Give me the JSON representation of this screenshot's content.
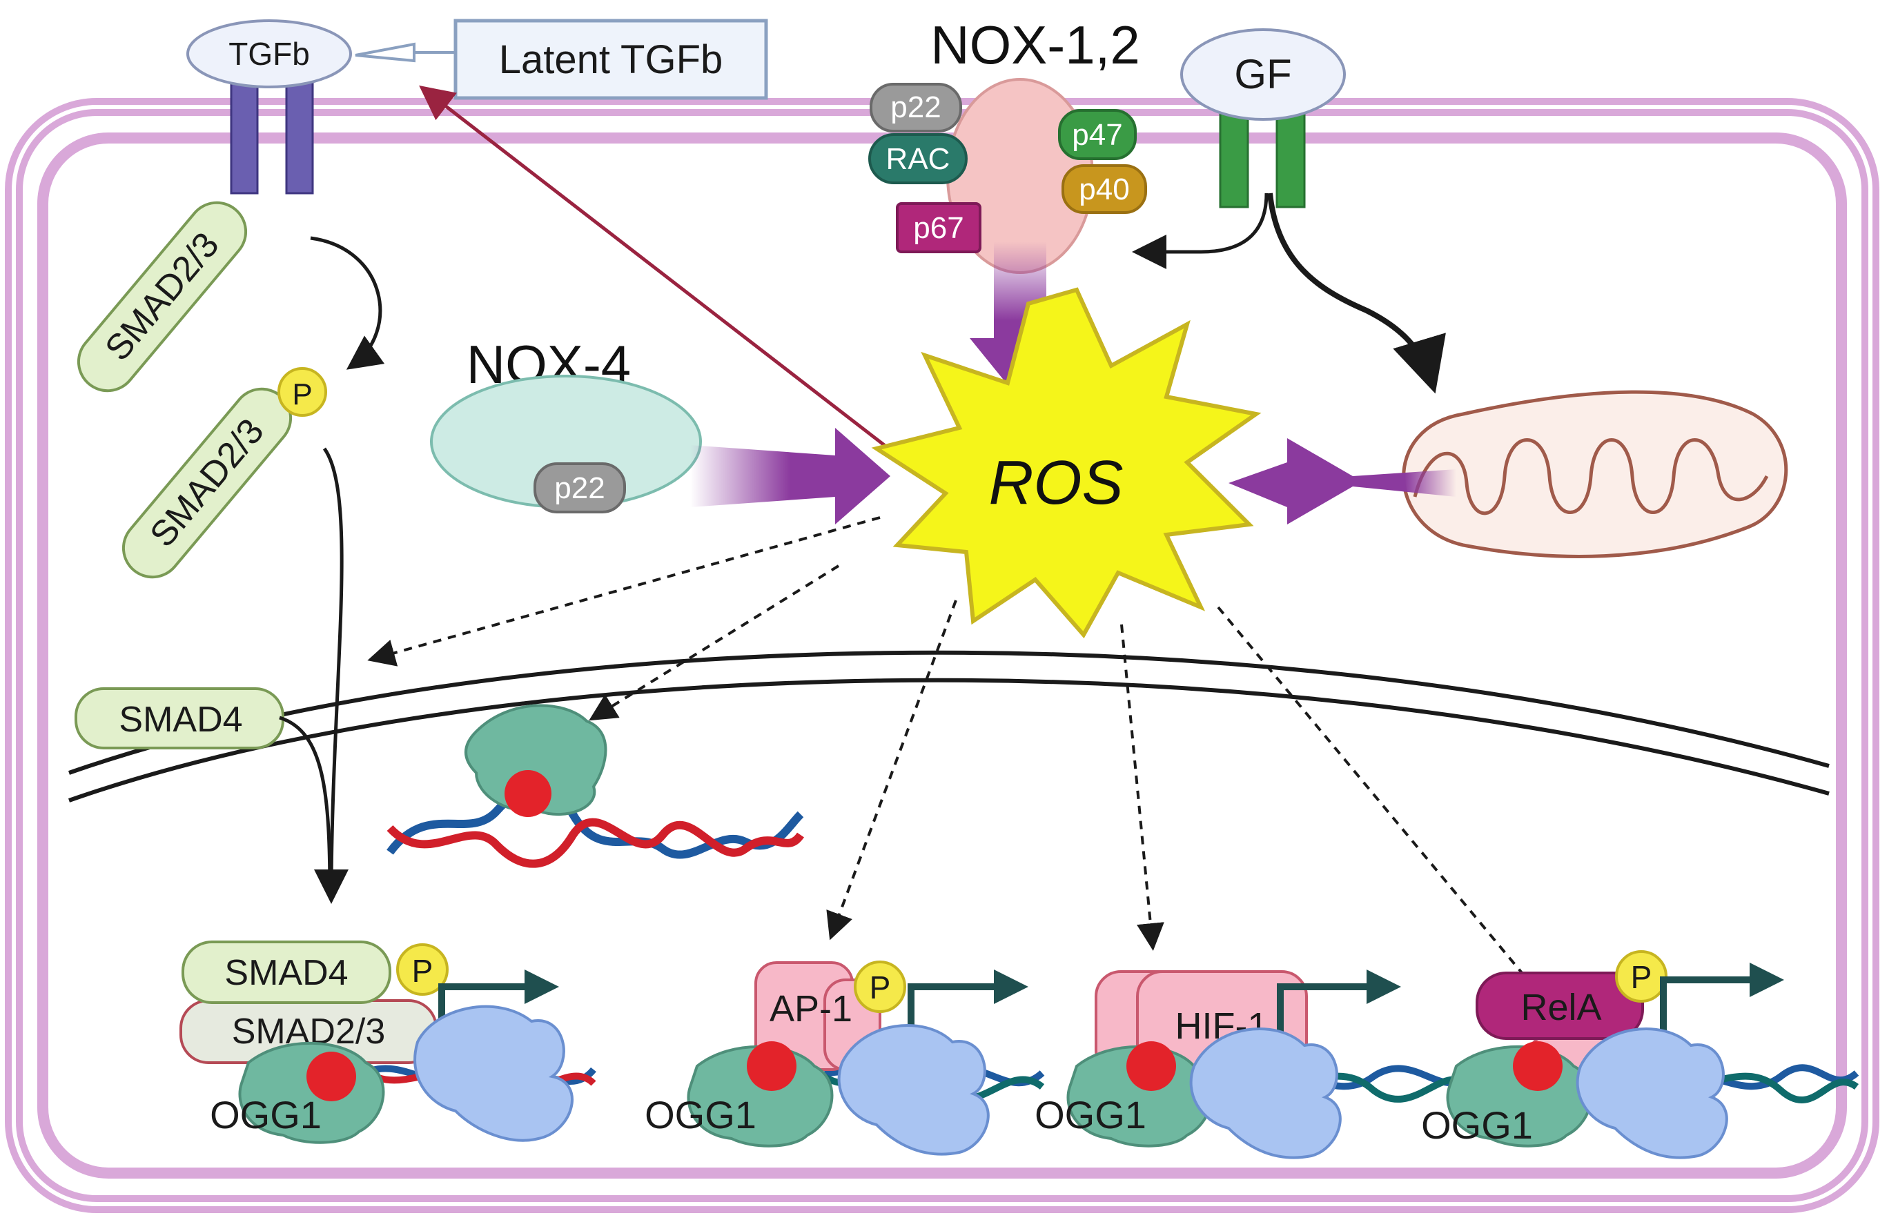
{
  "labels": {
    "tgfb": "TGFb",
    "latent_tgfb": "Latent TGFb",
    "nox12": "NOX-1,2",
    "gf": "GF",
    "p22": "p22",
    "rac": "RAC",
    "p47": "p47",
    "p40": "p40",
    "p67": "p67",
    "nox4": "NOX-4",
    "ros": "ROS",
    "smad23": "SMAD2/3",
    "smad4": "SMAD4",
    "phospho": "P",
    "ap1": "AP-1",
    "hif1": "HIF-1",
    "rela": "RelA",
    "ogg1": "OGG1"
  },
  "colors": {
    "cell_membrane": "#d9a8d9",
    "nuclear_membrane": "#1a1a1a",
    "purple_arrow": "#8b3a9e",
    "tgf_receptor": "#6a5fb0",
    "gf_receptor": "#3a9b45",
    "ros_star": "#f5f51a",
    "smad_fill": "#e2f0cc",
    "smad_stroke": "#7a9a55",
    "phospho": "#f5e94a",
    "nox4_fill": "#cdebe4",
    "nox12_fill": "#f5c4c4",
    "mito_fill": "#fbeee9",
    "mito_stroke": "#a05a4a",
    "ogg1": "#6fb8a0",
    "polymerase": "#a9c4f2",
    "dna_red": "#d11f2a",
    "dna_blue": "#1e5aa0",
    "tf_pink": "#f7b8c8",
    "rela": "#b0277a",
    "dark_arrow": "#1f4f4f"
  }
}
